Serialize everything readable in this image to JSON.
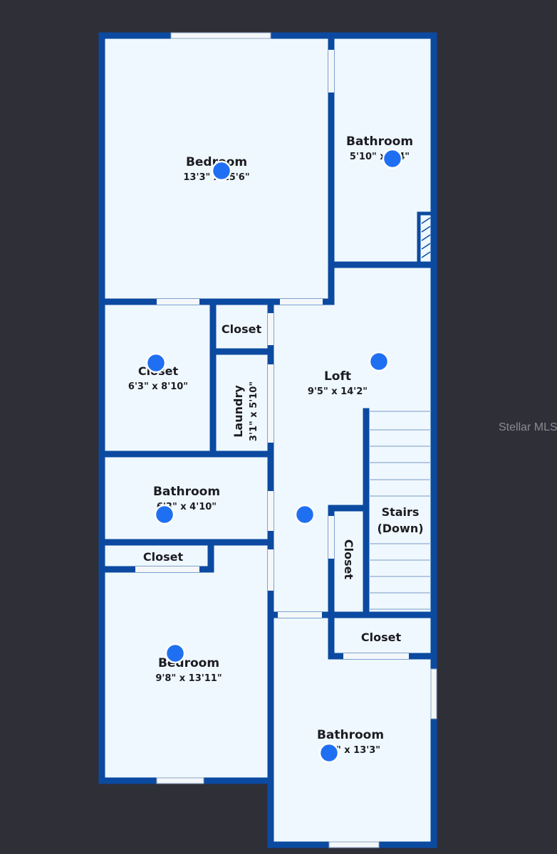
{
  "rooms": {
    "bedroom_top": {
      "name": "Bedroom",
      "dims": "13'3\" x 15'6\""
    },
    "bathroom_top": {
      "name": "Bathroom",
      "dims": "5'10\" x 9'4\""
    },
    "closet_small": {
      "name": "Closet"
    },
    "closet_left": {
      "name": "Closet",
      "dims": "6'3\" x 8'10\""
    },
    "laundry": {
      "name": "Laundry",
      "dims": "3'1\" x 5'10\""
    },
    "loft": {
      "name": "Loft",
      "dims": "9'5\" x 14'2\""
    },
    "bathroom_mid": {
      "name": "Bathroom",
      "dims": "6'3\" x 4'10\""
    },
    "stairs": {
      "line1": "Stairs",
      "line2": "(Down)"
    },
    "closet_mid": {
      "name": "Closet"
    },
    "closet_vertical": {
      "name": "Closet"
    },
    "bedroom_bottom": {
      "name": "Bedroom",
      "dims": "9'8\" x 13'11\""
    },
    "closet_right": {
      "name": "Closet"
    },
    "bathroom_bottom": {
      "name": "Bathroom",
      "dims": "9'5\" x 13'3\""
    }
  },
  "watermark": "Stellar MLS",
  "colors": {
    "background": "#2f2f38",
    "floor": "#eff8fe",
    "wall": "#0b4aa0",
    "hotspot": "#1f6ff2"
  }
}
